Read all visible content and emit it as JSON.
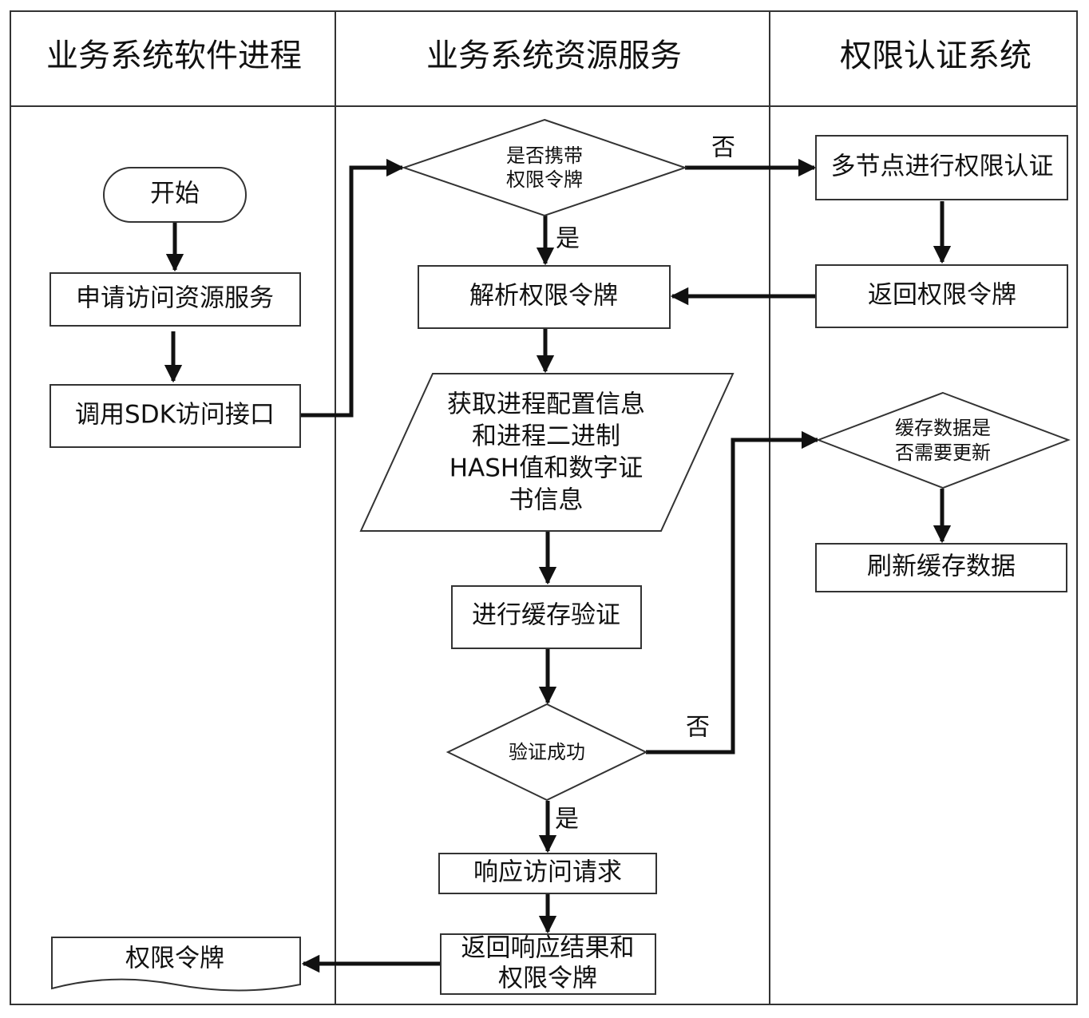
{
  "lanes": [
    {
      "id": "process",
      "title": "业务系统软件进程"
    },
    {
      "id": "resource",
      "title": "业务系统资源服务"
    },
    {
      "id": "auth",
      "title": "权限认证系统"
    }
  ],
  "nodes": {
    "start": {
      "text": "开始"
    },
    "apply": {
      "text": "申请访问资源服务"
    },
    "call_sdk": {
      "text": "调用SDK访问接口"
    },
    "token_doc": {
      "text": "权限令牌"
    },
    "carry_token": {
      "lines": [
        "是否携带",
        "权限令牌"
      ]
    },
    "parse_token": {
      "text": "解析权限令牌"
    },
    "get_info": {
      "lines": [
        "获取进程配置信息",
        "和进程二进制",
        "HASH值和数字证",
        "书信息"
      ]
    },
    "cache_verify": {
      "text": "进行缓存验证"
    },
    "verify_ok": {
      "text": "验证成功"
    },
    "respond": {
      "text": "响应访问请求"
    },
    "return_result": {
      "lines": [
        "返回响应结果和",
        "权限令牌"
      ]
    },
    "multi_node_auth": {
      "text": "多节点进行权限认证"
    },
    "return_token": {
      "text": "返回权限令牌"
    },
    "cache_update": {
      "lines": [
        "缓存数据是",
        "否需要更新"
      ]
    },
    "refresh_cache": {
      "text": "刷新缓存数据"
    }
  },
  "edge_labels": {
    "carry_no": "否",
    "carry_yes": "是",
    "verify_no": "否",
    "verify_yes": "是"
  },
  "colors": {
    "line": "#111111",
    "border": "#333333",
    "background": "#ffffff"
  }
}
